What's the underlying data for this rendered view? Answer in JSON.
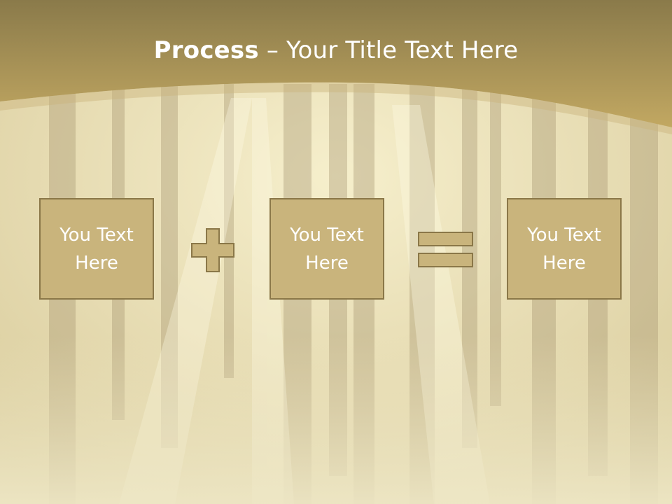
{
  "slide": {
    "title_bold": "Process",
    "title_dash": " – ",
    "title_rest": "Your Title Text Here",
    "boxes": [
      {
        "text": "You Text Here"
      },
      {
        "text": "You Text Here"
      },
      {
        "text": "You Text Here"
      }
    ],
    "operators": [
      "plus-icon",
      "equals-icon"
    ]
  },
  "colors": {
    "band": "#a08a4c",
    "box_fill": "#c9b47c",
    "box_border": "#8a7748",
    "text": "#ffffff"
  }
}
